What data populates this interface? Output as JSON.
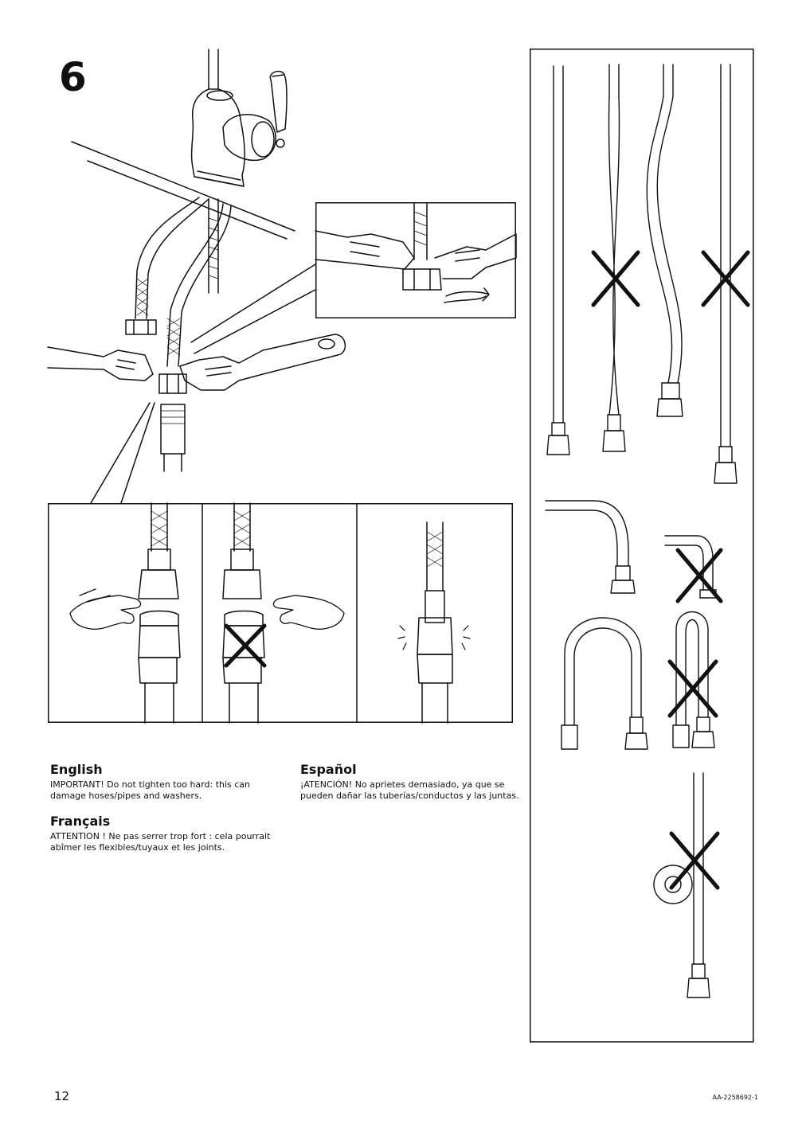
{
  "step": {
    "number": "6"
  },
  "instructions": [
    {
      "language": "English",
      "text": "IMPORTANT! Do not tighten too hard: this can damage hoses/pipes and washers."
    },
    {
      "language": "Español",
      "text": "¡ATENCIÓN! No aprietes demasiado, ya que se pueden dañar las tuberías/conductos y las juntas."
    },
    {
      "language": "Français",
      "text": "ATTENTION ! Ne pas serrer trop fort : cela pourrait abîmer les flexibles/tuyaux et les joints."
    }
  ],
  "footer": {
    "page_number": "12",
    "document_code": "AA-2258692-1"
  },
  "icons": {
    "faucet": "faucet-illustration",
    "wrench": "adjustable-wrench-icon",
    "hand": "pointing-hand-icon",
    "prohibited": "x-mark-icon",
    "rotation": "rotate-arrow-icon"
  }
}
